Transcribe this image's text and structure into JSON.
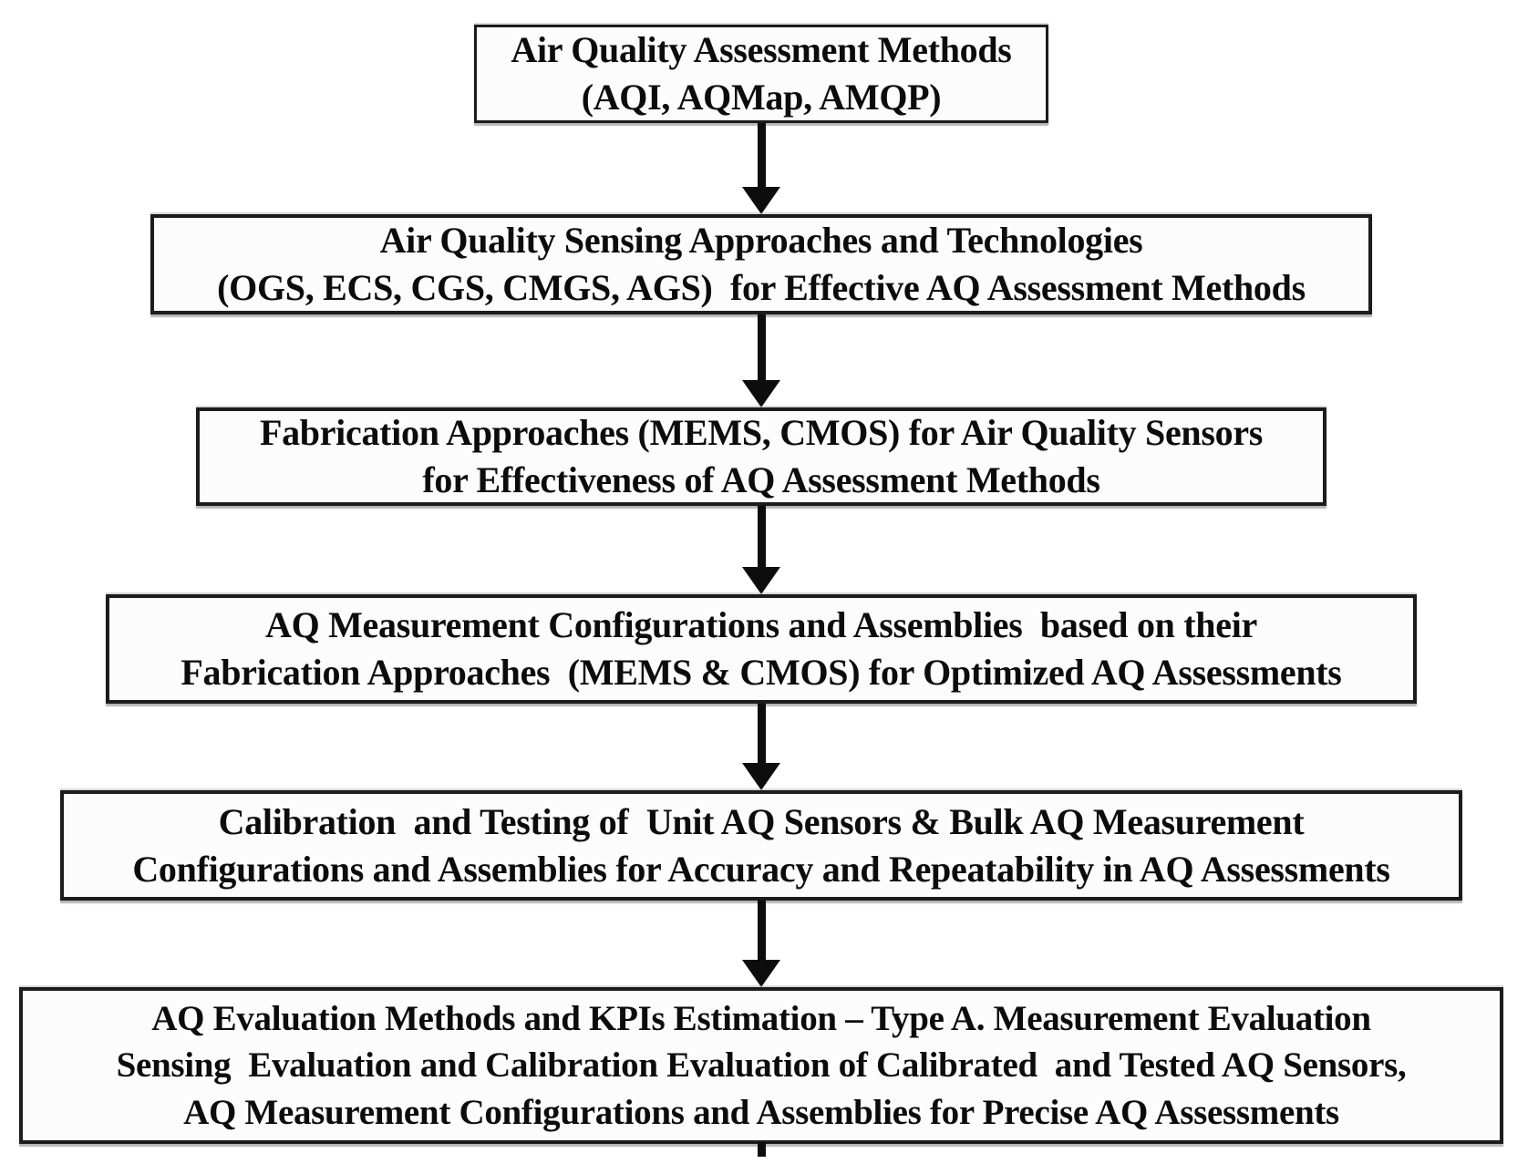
{
  "figure": {
    "background_color": "#ffffff",
    "box_fill_color": "#fcfcfc",
    "box_border_color": "#1c1c1c",
    "text_color": "#0c0c0c",
    "arrow_color": "#0d0d0d"
  },
  "boxes": [
    {
      "id": "air-quality-assessment-methods",
      "lines": [
        "Air Quality Assessment Methods",
        "(AQI, AQMap, AMQP)"
      ]
    },
    {
      "id": "air-quality-sensing-approaches",
      "lines": [
        "Air Quality Sensing Approaches and Technologies",
        "(OGS, ECS, CGS, CMGS, AGS)  for Effective AQ Assessment Methods"
      ]
    },
    {
      "id": "fabrication-approaches",
      "lines": [
        "Fabrication Approaches (MEMS, CMOS) for Air Quality Sensors",
        "for Effectiveness of AQ Assessment Methods"
      ]
    },
    {
      "id": "aq-measurement-configurations",
      "lines": [
        "AQ Measurement Configurations and Assemblies  based on their",
        "Fabrication Approaches  (MEMS & CMOS) for Optimized AQ Assessments"
      ]
    },
    {
      "id": "calibration-and-testing",
      "lines": [
        "Calibration  and Testing of  Unit AQ Sensors & Bulk AQ Measurement",
        "Configurations and Assemblies for Accuracy and Repeatability in AQ Assessments"
      ]
    },
    {
      "id": "aq-evaluation-methods",
      "lines": [
        "AQ Evaluation Methods and KPIs Estimation – Type A. Measurement Evaluation",
        "Sensing  Evaluation and Calibration Evaluation of Calibrated  and Tested AQ Sensors,",
        "AQ Measurement Configurations and Assemblies for Precise AQ Assessments"
      ]
    }
  ]
}
